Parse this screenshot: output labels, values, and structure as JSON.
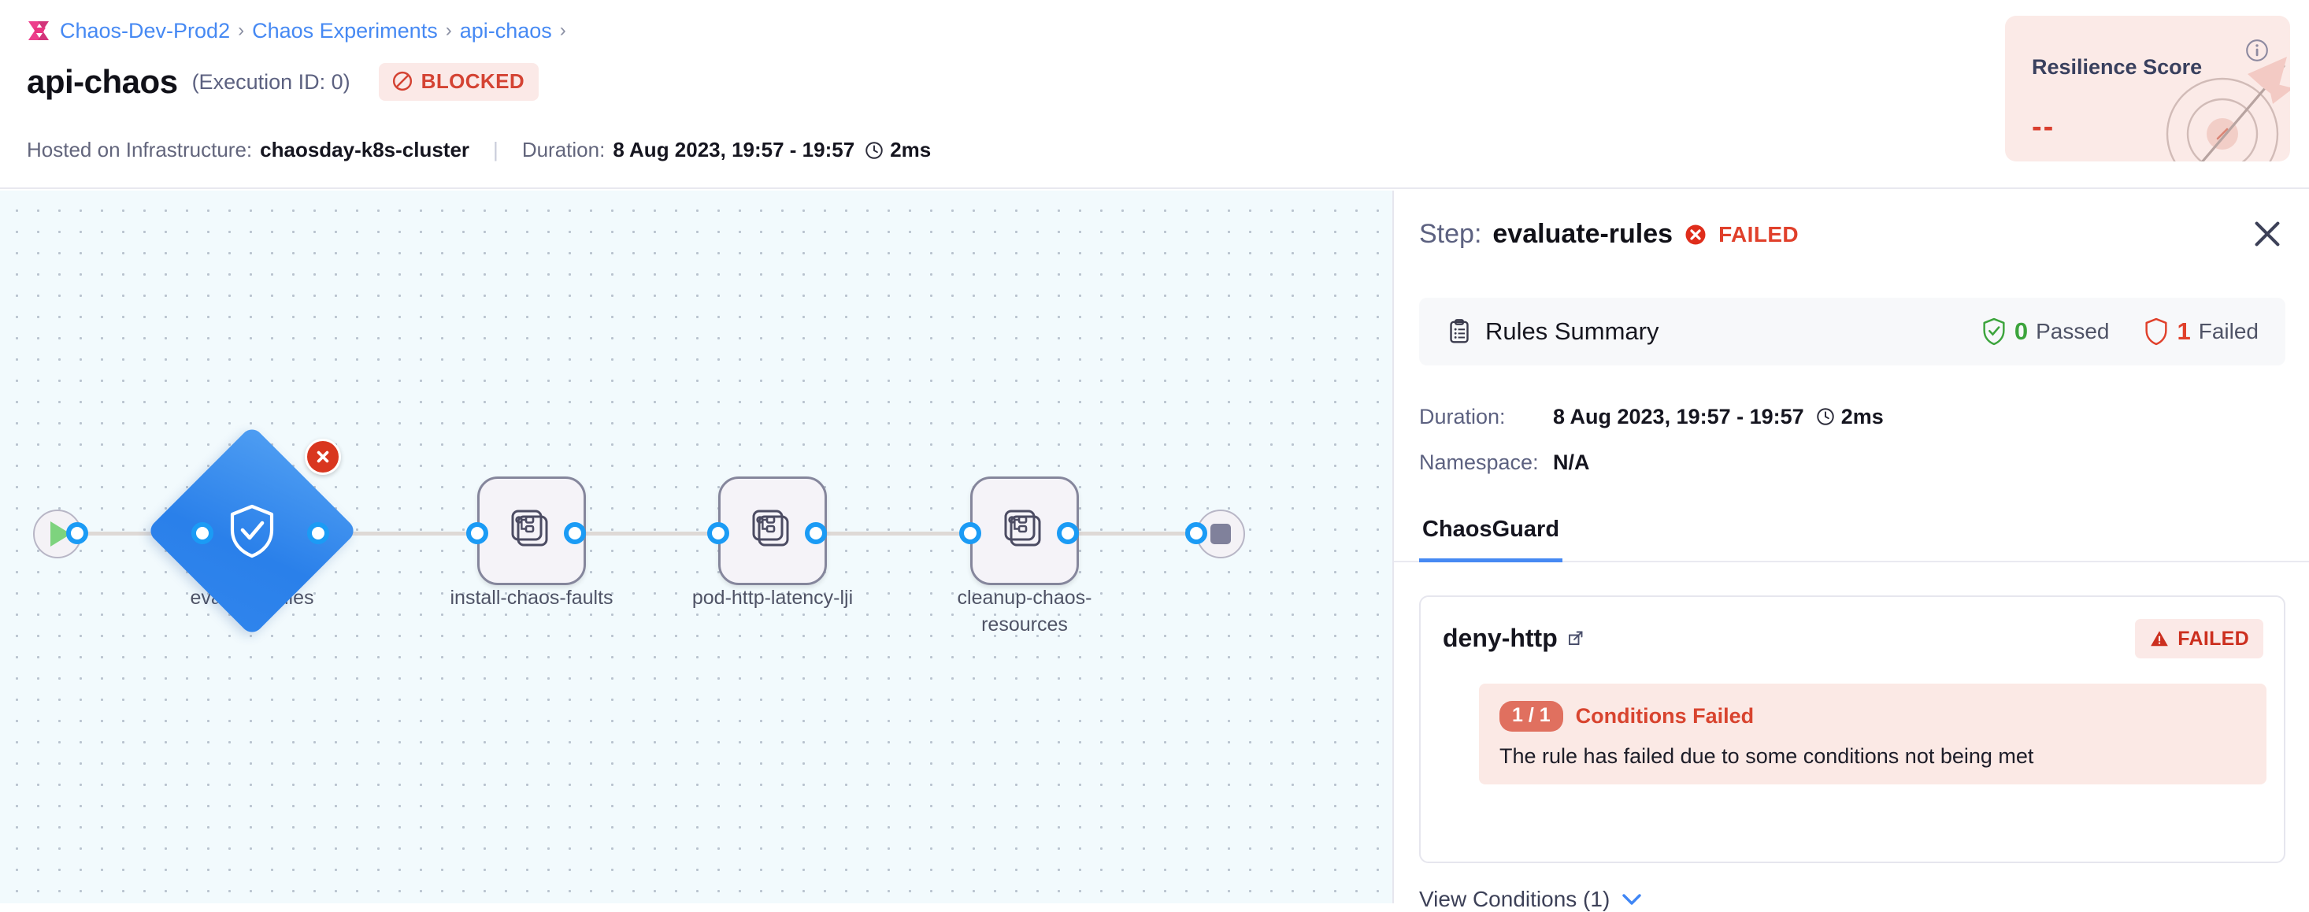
{
  "breadcrumb": {
    "logo_icon": "harness-logo-icon",
    "items": [
      "Chaos-Dev-Prod2",
      "Chaos Experiments",
      "api-chaos"
    ],
    "separator": "›"
  },
  "header": {
    "title": "api-chaos",
    "execution_id": "(Execution ID: 0)",
    "status_badge": {
      "label": "BLOCKED",
      "icon": "blocked-circle-icon",
      "color": "#d44333",
      "bg": "#fbe9e7"
    },
    "infra_label": "Hosted on Infrastructure:",
    "infra_value": "chaosday-k8s-cluster",
    "divider": "|",
    "duration_label": "Duration:",
    "duration_value": "8 Aug 2023, 19:57 - 19:57",
    "duration_clock_icon": "clock-icon",
    "duration_elapsed": "2ms"
  },
  "resilience": {
    "title": "Resilience Score",
    "value": "--",
    "info_icon": "info-icon",
    "art_icon": "target-arrow-icon",
    "bg": "#fbeae7",
    "value_color": "#d93f2f"
  },
  "graph": {
    "start_icon": "play-icon",
    "end_icon": "stop-icon",
    "nodes": [
      {
        "id": "evaluate-rules",
        "label": "evaluate-rules",
        "shape": "diamond",
        "icon": "shield-check-icon",
        "status": "failed",
        "status_icon": "error-x-icon"
      },
      {
        "id": "install-chaos-faults",
        "label": "install-chaos-faults",
        "shape": "rounded",
        "icon": "chaos-fault-icon",
        "status": "none"
      },
      {
        "id": "pod-http-latency-lji",
        "label": "pod-http-latency-lji",
        "shape": "rounded",
        "icon": "chaos-fault-icon",
        "status": "none"
      },
      {
        "id": "cleanup-chaos-resources",
        "label": "cleanup-chaos-resources",
        "shape": "rounded",
        "icon": "chaos-fault-icon",
        "status": "none"
      }
    ]
  },
  "panel": {
    "step_label": "Step:",
    "step_name": "evaluate-rules",
    "step_status": "FAILED",
    "step_status_icon": "error-x-icon",
    "close_icon": "close-icon",
    "rules_summary": {
      "icon": "clipboard-icon",
      "title": "Rules Summary",
      "passed_icon": "shield-check-icon",
      "passed_count": "0",
      "passed_label": "Passed",
      "failed_icon": "shield-outline-icon",
      "failed_count": "1",
      "failed_label": "Failed"
    },
    "details": [
      {
        "key": "Duration:",
        "value": "8 Aug 2023, 19:57 - 19:57",
        "clock_icon": "clock-icon",
        "elapsed": "2ms"
      },
      {
        "key": "Namespace:",
        "value": "N/A",
        "elapsed": ""
      }
    ],
    "tabs": [
      {
        "label": "ChaosGuard",
        "active": true
      }
    ],
    "rule": {
      "name": "deny-http",
      "external_link_icon": "external-link-icon",
      "status_badge": {
        "label": "FAILED",
        "icon": "warning-triangle-icon",
        "color": "#cc2f1f",
        "bg": "#fbe9e7"
      },
      "condition_chip": "1 / 1",
      "condition_title": "Conditions Failed",
      "condition_desc": "The rule has failed due to some conditions not being met"
    },
    "view_conditions": {
      "label": "View Conditions (1)",
      "chevron_icon": "chevron-down-icon"
    }
  }
}
